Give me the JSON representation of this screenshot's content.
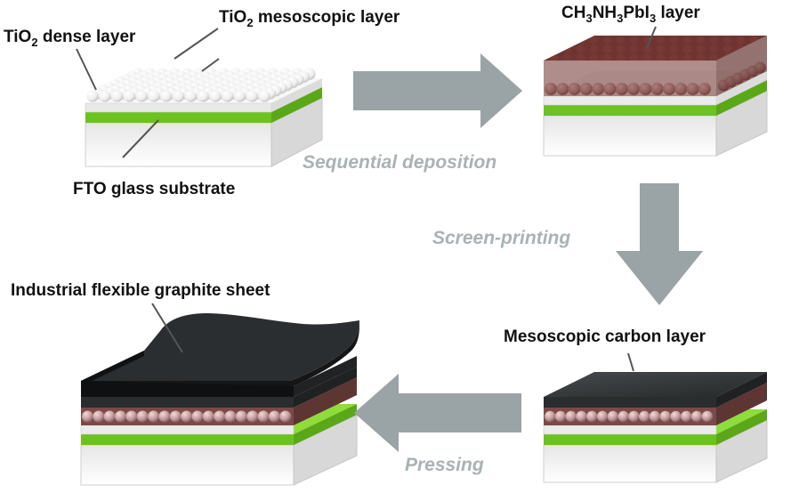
{
  "labels": {
    "tio2_meso_prefix": "TiO",
    "tio2_meso_sub": "2",
    "tio2_meso_suffix": " mesoscopic layer",
    "tio2_dense_prefix": "TiO",
    "tio2_dense_sub": "2",
    "tio2_dense_suffix": " dense layer",
    "fto": "FTO glass substrate",
    "perov_p1": "CH",
    "perov_s1": "3",
    "perov_p2": "NH",
    "perov_s2": "3",
    "perov_p3": "PbI",
    "perov_s3": "3",
    "perov_p4": " layer",
    "carbon": "Mesoscopic carbon layer",
    "graphite": "Industrial flexible graphite sheet"
  },
  "steps": {
    "sequential": "Sequential deposition",
    "screen": "Screen-printing",
    "pressing": "Pressing"
  },
  "colors": {
    "arrow": "#9aa3a6",
    "step_text": "#a9b2b5",
    "green": "#7ccf2a",
    "perovskite": "#6b2f2c",
    "carbon": "#2e3133",
    "graphite": "#1d1f20",
    "white_sphere": "#f4f4f4",
    "pink_sphere": "#caa0a0"
  }
}
